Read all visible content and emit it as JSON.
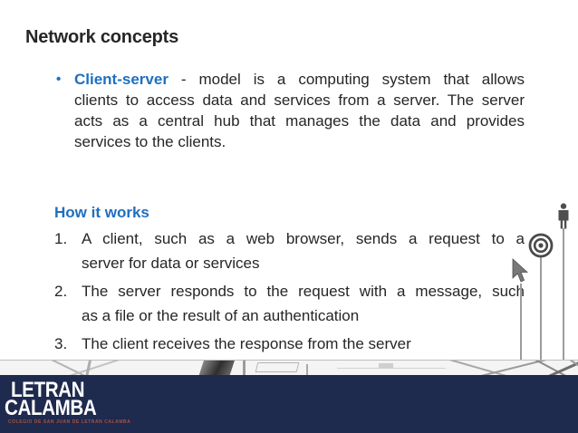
{
  "slide": {
    "title": "Network concepts",
    "bullet": {
      "marker": "•",
      "term": "Client-server",
      "line1_rest": "- model is a computing system that allows",
      "line2": "clients to access data and services from a server. The server",
      "line3": "acts as a central hub that manages the data and provides",
      "line4": "services to the clients."
    },
    "how_it_works": {
      "heading": "How it works",
      "steps": [
        {
          "num": "1.",
          "line1": "A client, such as a web browser, sends a request to a",
          "line2": "server for data or services"
        },
        {
          "num": "2.",
          "line1": "The server responds to the request with a message, such",
          "line2": "as a file or the result of an authentication"
        },
        {
          "num": "3.",
          "line1": "The client receives the response from the server",
          "line2": ""
        }
      ]
    },
    "footer": {
      "logo_line1": "LETRAN",
      "logo_line2": "CALAMBA",
      "tagline": "COLEGIO DE SAN JUAN DE LETRAN CALAMBA"
    },
    "icons": {
      "person": "person-icon",
      "target": "bullseye-icon",
      "cursor": "mouse-cursor-icon"
    },
    "colors": {
      "accent_blue": "#1f6fbf",
      "text_dark": "#262626",
      "footer_navy": "#1e2a4e",
      "tagline_red": "#b0503a",
      "icon_gray": "#4f4f4f"
    }
  }
}
